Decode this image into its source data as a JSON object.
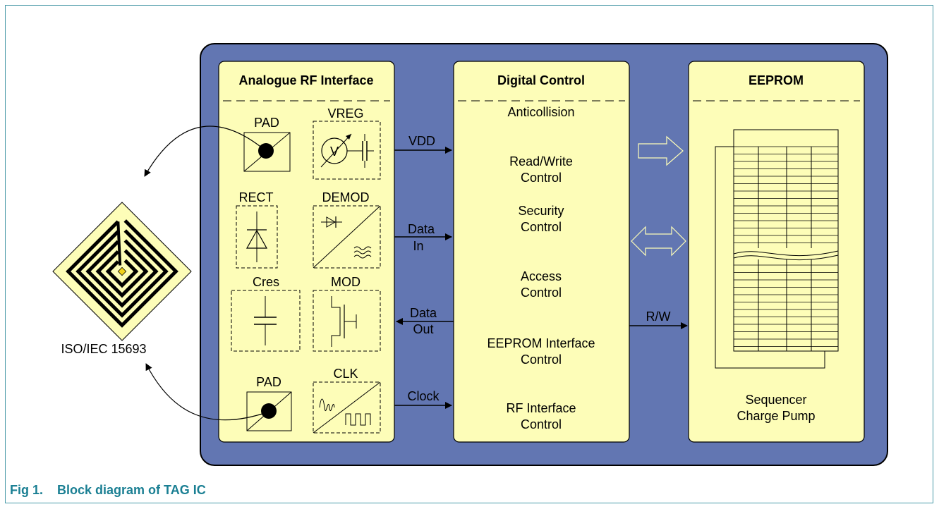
{
  "figure": {
    "caption": "Fig 1.    Block diagram of TAG IC"
  },
  "antenna": {
    "label": "ISO/IEC 15693"
  },
  "analogue": {
    "title": "Analogue RF Interface",
    "pad_top": "PAD",
    "vreg": "VREG",
    "vreg_symbol": "V",
    "rect": "RECT",
    "demod": "DEMOD",
    "cres": "Cres",
    "mod": "MOD",
    "pad_bottom": "PAD",
    "clk": "CLK"
  },
  "signals": {
    "vdd": "VDD",
    "data_in_1": "Data",
    "data_in_2": "In",
    "data_out_1": "Data",
    "data_out_2": "Out",
    "clock": "Clock",
    "rw": "R/W"
  },
  "digital": {
    "title": "Digital Control",
    "items": [
      "Anticollision",
      "Read/Write",
      "Control",
      "Security",
      "Control",
      "Access",
      "Control",
      "EEPROM Interface",
      "Control",
      "RF Interface",
      "Control"
    ]
  },
  "eeprom": {
    "title": "EEPROM",
    "footer_1": "Sequencer",
    "footer_2": "Charge Pump"
  },
  "colors": {
    "background_block": "#6276b2",
    "panel_fill": "#fdfdb8",
    "caption": "#1a7f93"
  }
}
